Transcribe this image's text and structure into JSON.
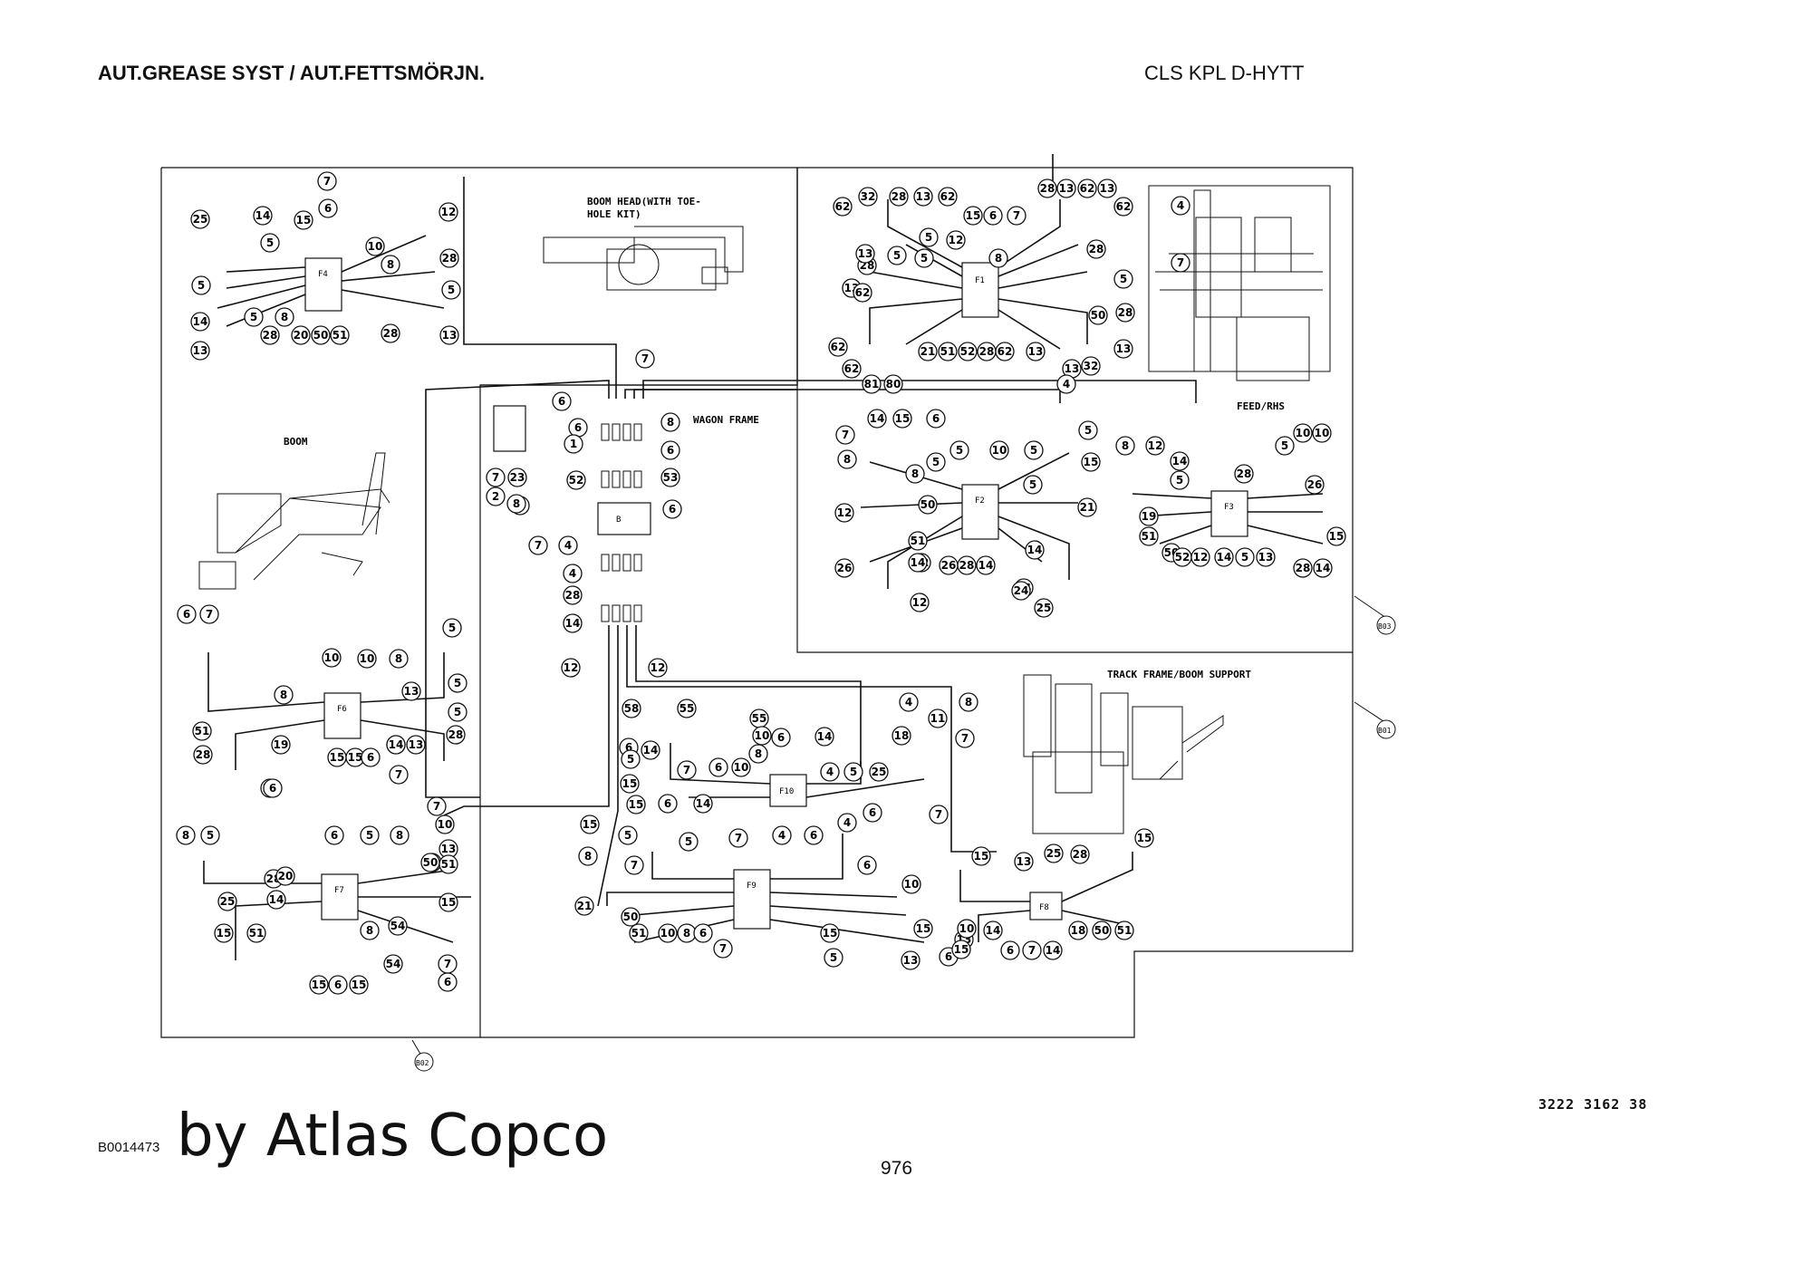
{
  "header": {
    "title_left": "AUT.GREASE SYST / AUT.FETTSMÖRJN.",
    "title_right": "CLS KPL D-HYTT"
  },
  "footer": {
    "figure_no": "B0014473",
    "brand": "by Atlas Copco",
    "page_no": "976",
    "doc_no": "3222 3162 38"
  },
  "sections": {
    "boom_head": "BOOM HEAD(WITH TOE-",
    "boom_head_2": "HOLE KIT)",
    "boom": "BOOM",
    "wagon_frame": "WAGON FRAME",
    "feed_rhs": "FEED/RHS",
    "track_frame": "TRACK FRAME/BOOM SUPPORT"
  },
  "distributors": {
    "f1": "F1",
    "f2": "F2",
    "f3": "F3",
    "f4": "F4",
    "f6": "F6",
    "f7": "F7",
    "f8": "F8",
    "f9": "F9",
    "f10": "F10",
    "pump": "B"
  },
  "detail_refs": {
    "b01": "B01",
    "b02": "B02",
    "b03": "B03"
  },
  "callouts": [
    "7",
    "25",
    "14",
    "15",
    "12",
    "6",
    "5",
    "10",
    "8",
    "28",
    "5",
    "5",
    "8",
    "14",
    "5",
    "28",
    "20",
    "50",
    "51",
    "13",
    "28",
    "13",
    "32",
    "28",
    "13",
    "62",
    "28",
    "13",
    "62",
    "13",
    "62",
    "62",
    "15",
    "6",
    "7",
    "12",
    "8",
    "5",
    "28",
    "13",
    "5",
    "5",
    "32",
    "28",
    "28",
    "13",
    "62",
    "5",
    "21",
    "50",
    "51",
    "52",
    "28",
    "62",
    "13",
    "62",
    "13",
    "62",
    "13",
    "81",
    "80",
    "4",
    "32",
    "4",
    "7",
    "7",
    "6",
    "6",
    "8",
    "1",
    "6",
    "52",
    "53",
    "7",
    "23",
    "2",
    "3",
    "8",
    "6",
    "7",
    "4",
    "4",
    "28",
    "14",
    "12",
    "12",
    "14",
    "15",
    "6",
    "7",
    "8",
    "5",
    "10",
    "5",
    "5",
    "8",
    "5",
    "12",
    "21",
    "50",
    "51",
    "52",
    "14",
    "26",
    "28",
    "14",
    "14",
    "26",
    "12",
    "14",
    "24",
    "25",
    "5",
    "15",
    "8",
    "12",
    "14",
    "28",
    "5",
    "10",
    "10",
    "5",
    "26",
    "19",
    "50",
    "51",
    "52",
    "12",
    "14",
    "5",
    "13",
    "28",
    "14",
    "15",
    "6",
    "7",
    "5",
    "10",
    "10",
    "8",
    "5",
    "8",
    "5",
    "13",
    "28",
    "19",
    "50",
    "51",
    "14",
    "13",
    "28",
    "56",
    "15",
    "15",
    "6",
    "7",
    "6",
    "8",
    "5",
    "7",
    "10",
    "6",
    "5",
    "8",
    "5",
    "13",
    "28",
    "20",
    "50",
    "51",
    "14",
    "25",
    "15",
    "8",
    "54",
    "15",
    "51",
    "15",
    "6",
    "15",
    "54",
    "7",
    "6",
    "58",
    "55",
    "55",
    "6",
    "14",
    "4",
    "8",
    "11",
    "18",
    "10",
    "6",
    "7",
    "14",
    "5",
    "7",
    "6",
    "10",
    "8",
    "4",
    "5",
    "25",
    "15",
    "6",
    "14",
    "15",
    "6",
    "7",
    "15",
    "5",
    "5",
    "7",
    "4",
    "6",
    "4",
    "7",
    "6",
    "8",
    "10",
    "21",
    "50",
    "51",
    "10",
    "8",
    "6",
    "7",
    "15",
    "6",
    "5",
    "13",
    "15",
    "14",
    "15",
    "13",
    "15",
    "13",
    "25",
    "28",
    "15",
    "6",
    "7",
    "14",
    "18",
    "50",
    "51",
    "10",
    "8",
    "5",
    "5"
  ]
}
